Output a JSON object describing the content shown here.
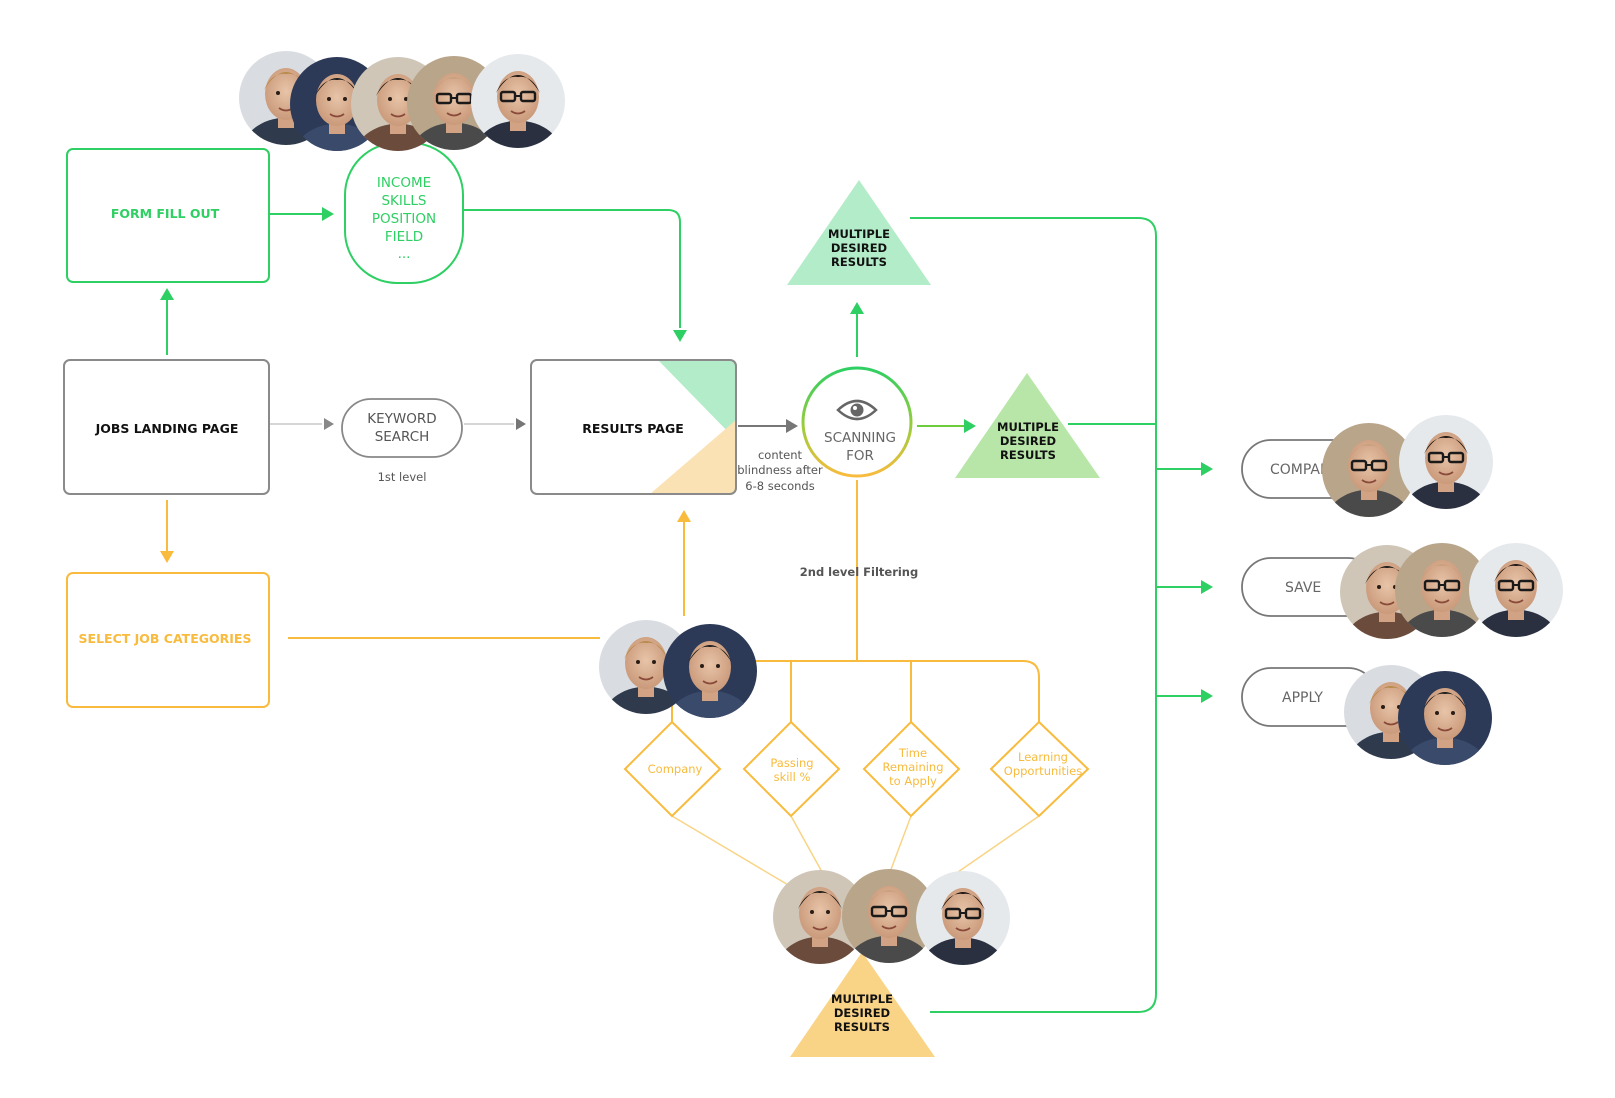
{
  "colors": {
    "green": "#2ecf63",
    "green_dark": "#23c45a",
    "green_light": "#b3ecc8",
    "green_mid": "#b7e6a8",
    "orange": "#f8bb3d",
    "orange_light": "#f9d486",
    "gray": "#888888",
    "text_dark": "#111111",
    "text_gray": "#666666"
  },
  "nodes": {
    "form_fill_out": "FORM FILL OUT",
    "attributes": [
      "INCOME",
      "SKILLS",
      "POSITION",
      "FIELD",
      "..."
    ],
    "jobs_landing_page": "JOBS LANDING PAGE",
    "keyword_search": [
      "KEYWORD",
      "SEARCH"
    ],
    "first_level": "1st level",
    "results_page": "RESULTS PAGE",
    "content_blindness": [
      "content",
      "blindness after",
      "6-8 seconds"
    ],
    "scanning_for": [
      "SCANNING",
      "FOR"
    ],
    "select_job_categories": "SELECT JOB CATEGORIES",
    "second_level": "2nd level Filtering",
    "desired_results_top": [
      "MULTIPLE",
      "DESIRED",
      "RESULTS"
    ],
    "desired_results_mid": [
      "MULTIPLE",
      "DESIRED",
      "RESULTS"
    ],
    "desired_results_bottom": [
      "MULTIPLE",
      "DESIRED",
      "RESULTS"
    ]
  },
  "filters": [
    {
      "lines": [
        "Company"
      ]
    },
    {
      "lines": [
        "Passing",
        "skill %"
      ]
    },
    {
      "lines": [
        "Time",
        "Remaining",
        "to Apply"
      ]
    },
    {
      "lines": [
        "Learning",
        "Opportunities"
      ]
    }
  ],
  "actions": {
    "compare": "COMPARE",
    "save": "SAVE",
    "apply": "APPLY"
  },
  "icons": {
    "scanning": "eye-icon",
    "avatar": "avatar-photo"
  }
}
